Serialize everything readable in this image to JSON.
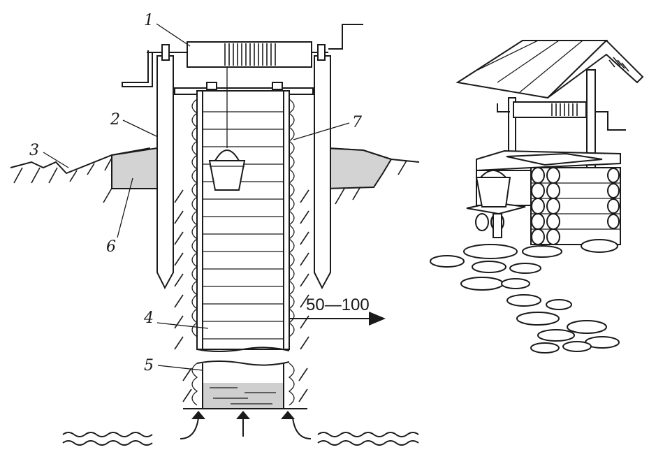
{
  "diagram": {
    "callouts": [
      "1",
      "2",
      "3",
      "4",
      "5",
      "6",
      "7"
    ],
    "dimension_label": "50—100"
  }
}
